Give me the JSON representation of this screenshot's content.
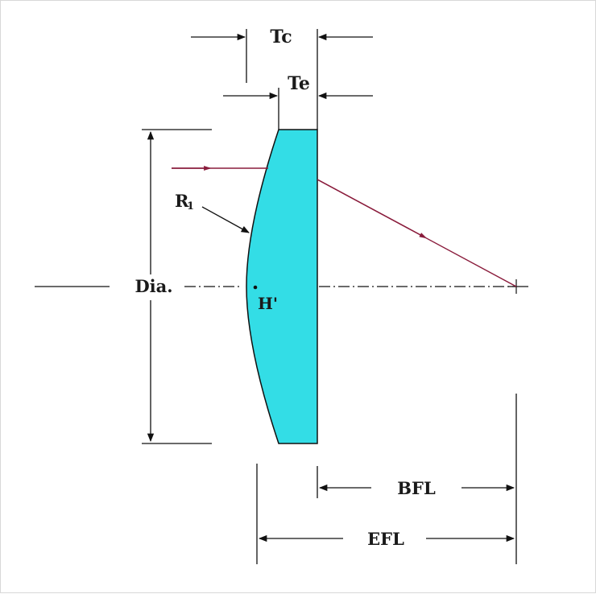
{
  "labels": {
    "tc": "Tc",
    "te": "Te",
    "r1_main": "R",
    "r1_sub": "1",
    "dia": "Dia.",
    "h_prime": "H'",
    "bfl": "BFL",
    "efl": "EFL"
  },
  "colors": {
    "lens_fill": "#33dde6",
    "ray": "#8a1c3c",
    "line": "#111111"
  }
}
